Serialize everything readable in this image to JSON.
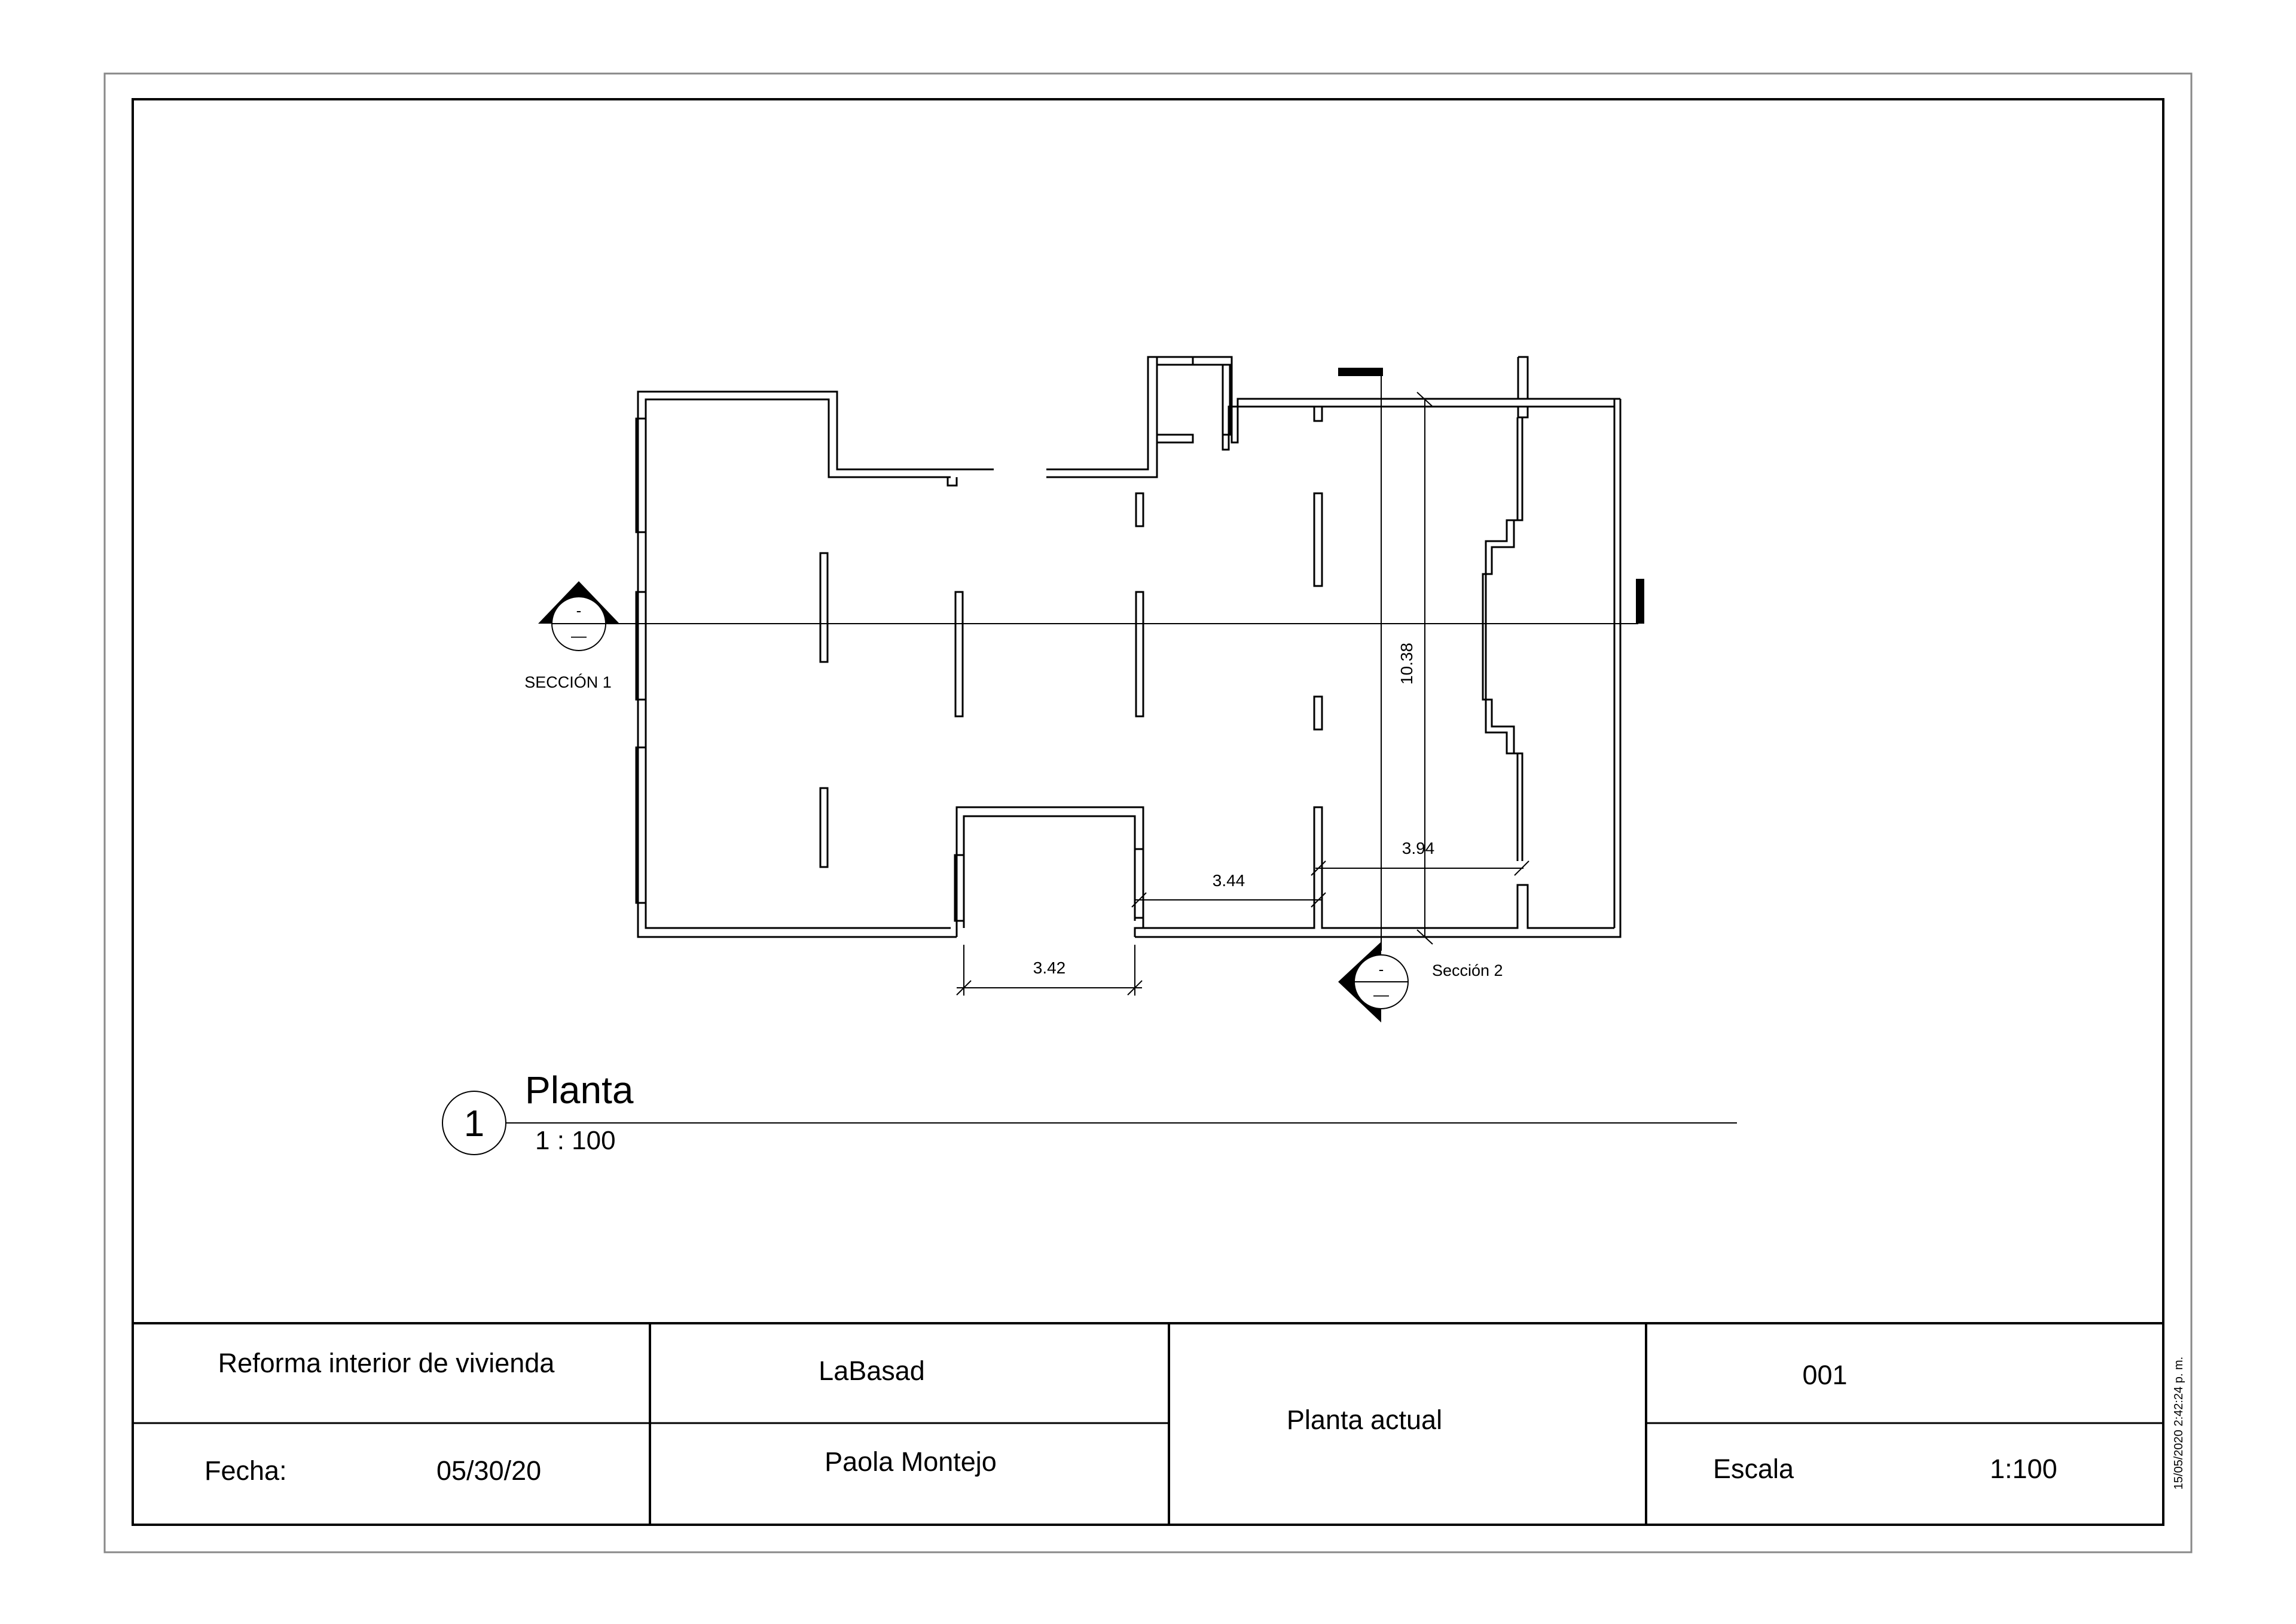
{
  "sheet": {
    "section_1_label": "SECCIÓN 1",
    "section_2_label": "Sección 2",
    "section_marker_top": "-",
    "section_marker_bottom": "—"
  },
  "dimensions": {
    "d_342": "3.42",
    "d_344": "3.44",
    "d_394": "3.94",
    "d_1038": "10.38"
  },
  "view": {
    "number": "1",
    "title": "Planta",
    "scale": "1 : 100"
  },
  "title_block": {
    "project": "Reforma interior de vivienda",
    "office": "LaBasad",
    "date_label": "Fecha:",
    "date_value": "05/30/20",
    "author": "Paola Montejo",
    "drawing_name": "Planta actual",
    "sheet_number": "001",
    "scale_label": "Escala",
    "scale_value": "1:100",
    "print_stamp": "15/05/2020 2:42:24 p. m."
  }
}
